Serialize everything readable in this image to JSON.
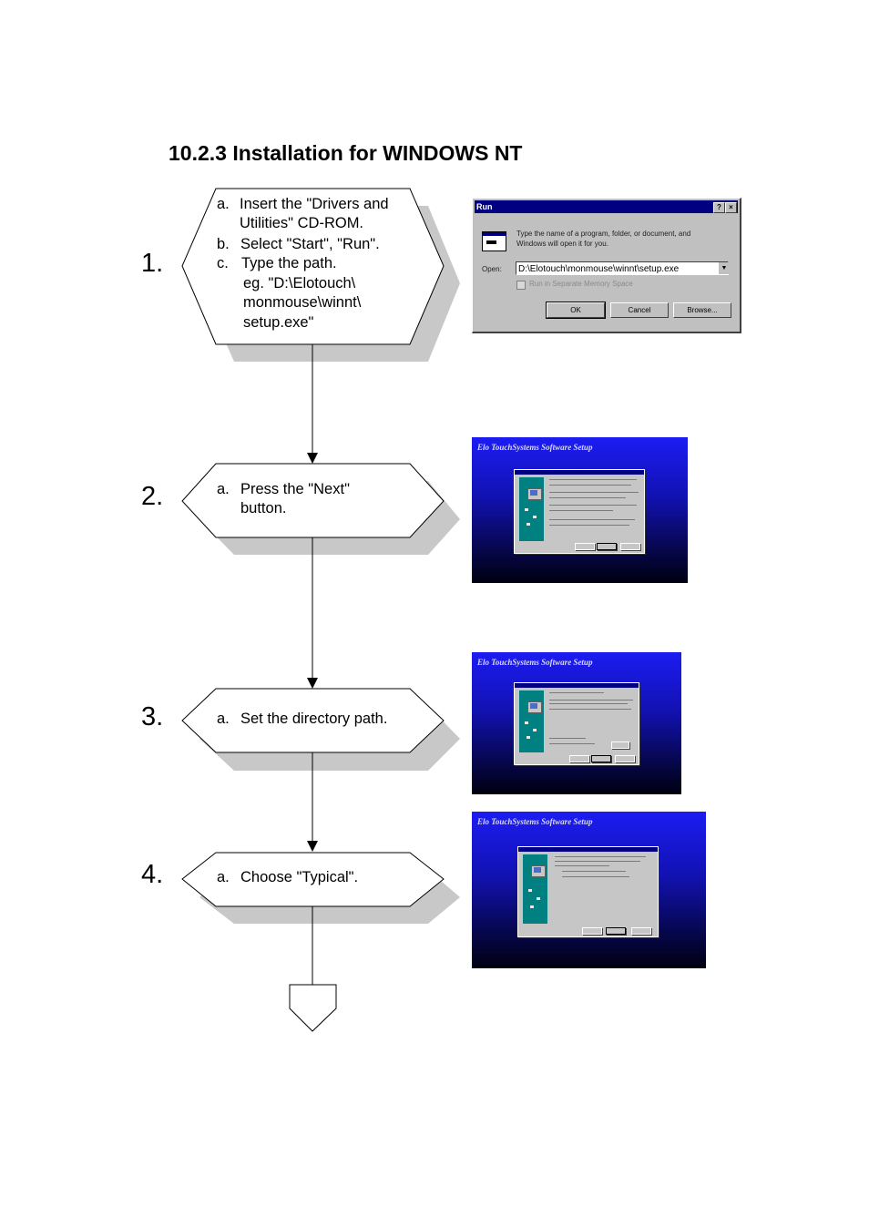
{
  "heading": "10.2.3 Installation for WINDOWS NT",
  "steps": [
    {
      "number": "1.",
      "lines": [
        {
          "marker": "a.",
          "text": "Insert the \"Drivers and"
        },
        {
          "marker": "",
          "text": "Utilities\" CD-ROM."
        },
        {
          "marker": "b.",
          "text": "Select \"Start\", \"Run\"."
        },
        {
          "marker": "c.",
          "text": "Type the path."
        },
        {
          "marker": "",
          "text": "eg. \"D:\\Elotouch\\"
        },
        {
          "marker": "",
          "text": "monmouse\\winnt\\"
        },
        {
          "marker": "",
          "text": "setup.exe\""
        }
      ]
    },
    {
      "number": "2.",
      "lines": [
        {
          "marker": "a.",
          "text": "Press the \"Next\""
        },
        {
          "marker": "",
          "text": "button."
        }
      ]
    },
    {
      "number": "3.",
      "lines": [
        {
          "marker": "a.",
          "text": "Set the directory path."
        }
      ]
    },
    {
      "number": "4.",
      "lines": [
        {
          "marker": "a.",
          "text": "Choose \"Typical\"."
        }
      ]
    }
  ],
  "run_dialog": {
    "title": "Run",
    "help_glyph": "?",
    "close_glyph": "×",
    "prompt_line1": "Type the name of a program, folder, or document, and",
    "prompt_line2": "Windows will open it for you.",
    "open_label": "Open:",
    "open_value": "D:\\Elotouch\\monmouse\\winnt\\setup.exe",
    "dropdown_glyph": "▼",
    "checkbox_label": "Run in Separate Memory Space",
    "ok_label": "OK",
    "cancel_label": "Cancel",
    "browse_label": "Browse..."
  },
  "setup_screens": [
    {
      "title": "Elo TouchSystems Software Setup"
    },
    {
      "title": "Elo TouchSystems Software Setup"
    },
    {
      "title": "Elo TouchSystems Software Setup"
    }
  ],
  "colors": {
    "shadow": "#c8c8c8",
    "dialog_face": "#c0c0c0",
    "titlebar": "#000080",
    "setup_blue": "#1c1cf2"
  }
}
